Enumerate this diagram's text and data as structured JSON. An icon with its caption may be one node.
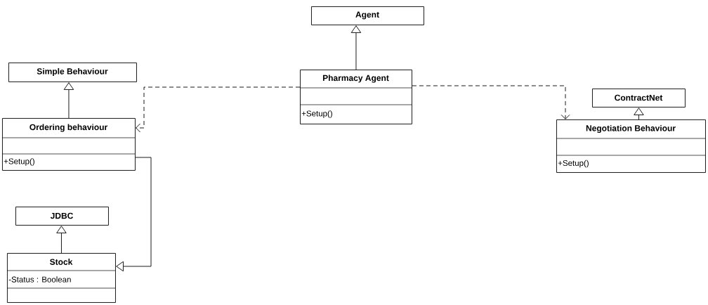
{
  "diagram": {
    "nodes": [
      {
        "text": [
          "Agent"
        ]
      },
      {
        "text": [
          "Simple Behaviour"
        ]
      },
      {
        "text": [
          "Pharmacy Agent",
          "+Setup()"
        ]
      },
      {
        "text": [
          "ContractNet"
        ]
      },
      {
        "text": [
          "Ordering behaviour",
          "+Setup()"
        ]
      },
      {
        "text": [
          "Negotiation Behaviour",
          "+Setup()"
        ]
      },
      {
        "text": [
          "JDBC"
        ]
      },
      {
        "text": [
          "Stock",
          "-Status : Boolean"
        ]
      }
    ],
    "edges": [
      {
        "from": 2,
        "to": 0,
        "arrow": "to"
      },
      {
        "from": 4,
        "to": 1,
        "arrow": "to"
      },
      {
        "from": 5,
        "to": 3,
        "arrow": "to"
      },
      {
        "from": 7,
        "to": 6,
        "arrow": "to"
      },
      {
        "from": 4,
        "to": 7,
        "arrow": "to"
      },
      {
        "from": 2,
        "to": 4,
        "arrow": "to",
        "style": "dashed"
      },
      {
        "from": 2,
        "to": 5,
        "arrow": "to",
        "style": "dashed"
      }
    ]
  }
}
